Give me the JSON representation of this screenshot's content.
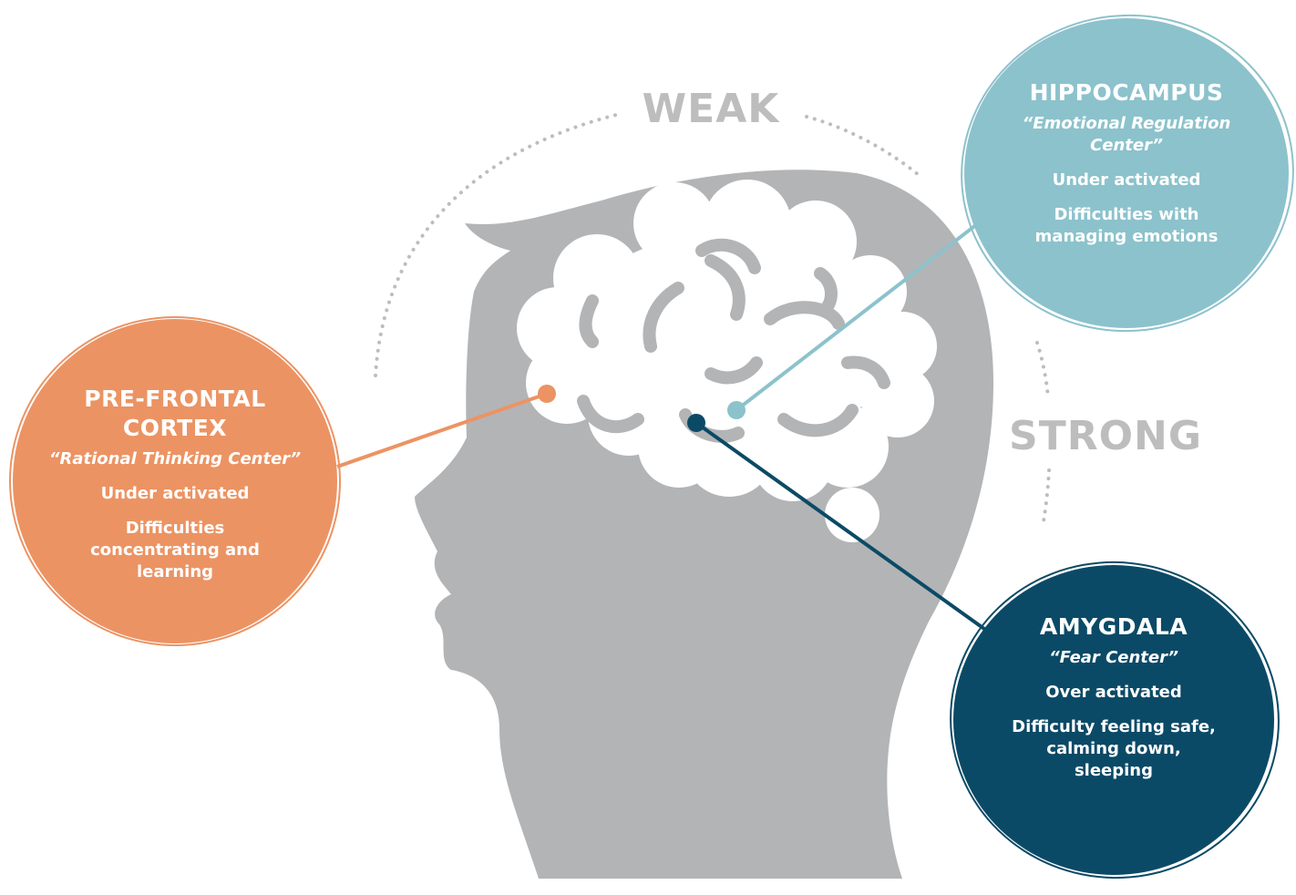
{
  "scale": {
    "weak_label": "WEAK",
    "strong_label": "STRONG"
  },
  "regions": {
    "prefrontal": {
      "title_line1": "PRE-FRONTAL",
      "title_line2": "CORTEX",
      "subtitle": "“Rational Thinking Center”",
      "status": "Under activated",
      "desc_line1": "Difficulties",
      "desc_line2": "concentrating and",
      "desc_line3": "learning",
      "color": "#ec9363"
    },
    "hippocampus": {
      "title": "HIPPOCAMPUS",
      "subtitle_line1": "“Emotional Regulation",
      "subtitle_line2": "Center”",
      "status": "Under activated",
      "desc_line1": "Difficulties with",
      "desc_line2": "managing emotions",
      "color": "#8cc2cc"
    },
    "amygdala": {
      "title": "AMYGDALA",
      "subtitle": "“Fear Center”",
      "status": "Over activated",
      "desc_line1": "Difficulty feeling safe,",
      "desc_line2": "calming down,",
      "desc_line3": "sleeping",
      "color": "#0b4a66"
    }
  },
  "colors": {
    "head": "#b3b4b6",
    "brain": "#ffffff",
    "dots": "#bdbdbd"
  }
}
